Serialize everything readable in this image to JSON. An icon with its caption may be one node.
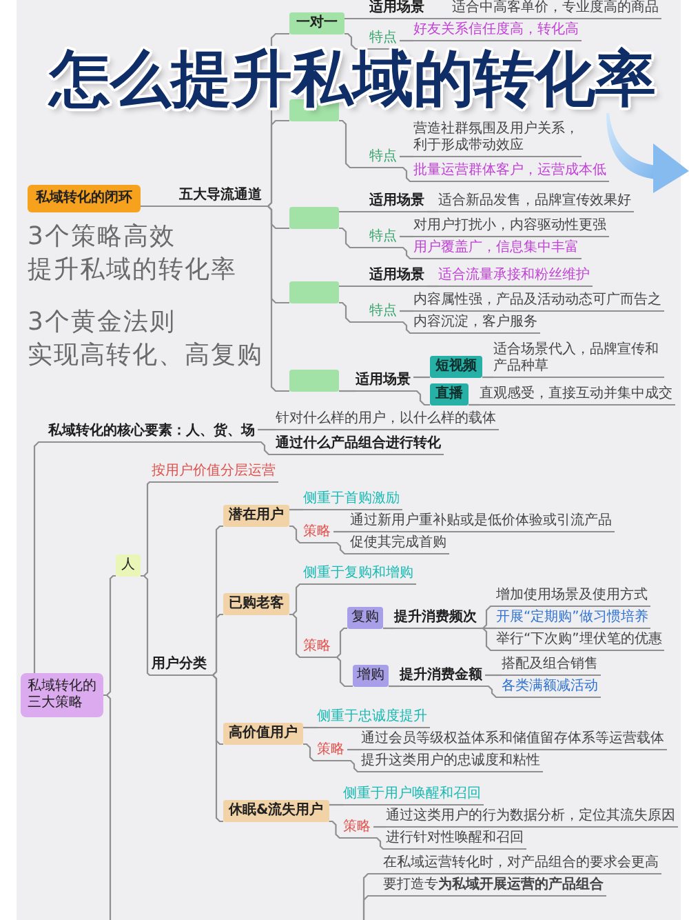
{
  "diagram": {
    "title": "怎么提升私域的转化率",
    "nodes": [
      {
        "text": [
          "私域转化的闭环"
        ]
      },
      {
        "text": [
          "五大导流通道"
        ]
      },
      {
        "text": [
          "一对一"
        ]
      },
      {
        "text": [
          "适用场景"
        ]
      },
      {
        "text": [
          "适合中高客单价，专业度高的商品"
        ]
      },
      {
        "text": [
          "特点"
        ]
      },
      {
        "text": [
          "好友关系信任度高，转化高"
        ]
      },
      {
        "text": [],
        "shape": "box"
      },
      {
        "text": [
          "特点"
        ]
      },
      {
        "text": [
          "营造社群氛围及用户关系，利于形成带动效应"
        ]
      },
      {
        "text": [
          "批量运营群体客户，运营成本低"
        ]
      },
      {
        "text": [],
        "shape": "box"
      },
      {
        "text": [
          "适用场景"
        ]
      },
      {
        "text": [
          "适合新品发售，品牌宣传效果好"
        ]
      },
      {
        "text": [
          "特点"
        ]
      },
      {
        "text": [
          "对用户打扰小，内容驱动性更强"
        ]
      },
      {
        "text": [
          "用户覆盖广，信息集中丰富"
        ]
      },
      {
        "text": [],
        "shape": "box"
      },
      {
        "text": [
          "适用场景"
        ]
      },
      {
        "text": [
          "适合流量承接和粉丝维护"
        ]
      },
      {
        "text": [
          "特点"
        ]
      },
      {
        "text": [
          "内容属性强，产品及活动动态可广而告之"
        ]
      },
      {
        "text": [
          "内容沉淀，客户服务"
        ]
      },
      {
        "text": [],
        "shape": "box"
      },
      {
        "text": [
          "适用场景"
        ]
      },
      {
        "text": [
          "短视频"
        ]
      },
      {
        "text": [
          "适合场景代入，品牌宣传和产品种草"
        ]
      },
      {
        "text": [
          "直播"
        ]
      },
      {
        "text": [
          "直观感受，直接互动并集中成交"
        ]
      },
      {
        "text": [
          "私域转化的核心要素：人、货、场"
        ]
      },
      {
        "text": [
          "针对什么样的用户，以什么样的载体"
        ]
      },
      {
        "text": [
          "通过什么产品组合进行转化"
        ]
      },
      {
        "text": [
          "人"
        ]
      },
      {
        "text": [
          "按用户价值分层运营"
        ]
      },
      {
        "text": [
          "潜在用户"
        ]
      },
      {
        "text": [
          "侧重于首购激励"
        ]
      },
      {
        "text": [
          "策略"
        ]
      },
      {
        "text": [
          "通过新用户重补贴或是低价体验或引流产品"
        ]
      },
      {
        "text": [
          "促使其完成首购"
        ]
      },
      {
        "text": [
          "已购老客"
        ]
      },
      {
        "text": [
          "侧重于复购和增购"
        ]
      },
      {
        "text": [
          "策略"
        ]
      },
      {
        "text": [
          "复购"
        ]
      },
      {
        "text": [
          "提升消费频次"
        ]
      },
      {
        "text": [
          "增加使用场景及使用方式"
        ]
      },
      {
        "text": [
          "开展“定期购”做习惯培养"
        ]
      },
      {
        "text": [
          "举行“下次购”埋伏笔的优惠"
        ]
      },
      {
        "text": [
          "增购"
        ]
      },
      {
        "text": [
          "提升消费金额"
        ]
      },
      {
        "text": [
          "搭配及组合销售"
        ]
      },
      {
        "text": [
          "各类满额减活动"
        ]
      },
      {
        "text": [
          "用户分类"
        ]
      },
      {
        "text": [
          "私域转化的三大策略"
        ]
      },
      {
        "text": [
          "高价值用户"
        ]
      },
      {
        "text": [
          "侧重于忠诚度提升"
        ]
      },
      {
        "text": [
          "策略"
        ]
      },
      {
        "text": [
          "通过会员等级权益体系和储值留存体系等运营载体"
        ]
      },
      {
        "text": [
          "提升这类用户的忠诚度和粘性"
        ]
      },
      {
        "text": [
          "休眠&流失用户"
        ]
      },
      {
        "text": [
          "侧重于用户唤醒和召回"
        ]
      },
      {
        "text": [
          "策略"
        ]
      },
      {
        "text": [
          "通过这类用户的行为数据分析，定位其流失原因"
        ]
      },
      {
        "text": [
          "进行针对性唤醒和召回"
        ]
      },
      {
        "text": [
          "在私域运营转化时，对产品组合的要求会更高"
        ]
      },
      {
        "text": [
          "要打造专**为私域开展运营的产品组合**"
        ]
      }
    ],
    "edges": [
      {
        "from": 0,
        "to": 1,
        "arrow": "none"
      },
      {
        "from": 1,
        "to": 2,
        "arrow": "none"
      },
      {
        "from": 1,
        "to": 7,
        "arrow": "none"
      },
      {
        "from": 1,
        "to": 11,
        "arrow": "none"
      },
      {
        "from": 1,
        "to": 17,
        "arrow": "none"
      },
      {
        "from": 1,
        "to": 23,
        "arrow": "none"
      },
      {
        "from": 2,
        "to": 3,
        "arrow": "none"
      },
      {
        "from": 3,
        "to": 4,
        "arrow": "none"
      },
      {
        "from": 2,
        "to": 5,
        "arrow": "none"
      },
      {
        "from": 5,
        "to": 6,
        "arrow": "none"
      },
      {
        "from": 7,
        "to": 8,
        "arrow": "none"
      },
      {
        "from": 8,
        "to": 9,
        "arrow": "none"
      },
      {
        "from": 8,
        "to": 10,
        "arrow": "none"
      },
      {
        "from": 11,
        "to": 12,
        "arrow": "none"
      },
      {
        "from": 12,
        "to": 13,
        "arrow": "none"
      },
      {
        "from": 11,
        "to": 14,
        "arrow": "none"
      },
      {
        "from": 14,
        "to": 15,
        "arrow": "none"
      },
      {
        "from": 14,
        "to": 16,
        "arrow": "none"
      },
      {
        "from": 17,
        "to": 18,
        "arrow": "none"
      },
      {
        "from": 18,
        "to": 19,
        "arrow": "none"
      },
      {
        "from": 17,
        "to": 20,
        "arrow": "none"
      },
      {
        "from": 20,
        "to": 21,
        "arrow": "none"
      },
      {
        "from": 20,
        "to": 22,
        "arrow": "none"
      },
      {
        "from": 23,
        "to": 24,
        "arrow": "none"
      },
      {
        "from": 24,
        "to": 25,
        "arrow": "none"
      },
      {
        "from": 25,
        "to": 26,
        "arrow": "none"
      },
      {
        "from": 24,
        "to": 27,
        "arrow": "none"
      },
      {
        "from": 27,
        "to": 28,
        "arrow": "none"
      },
      {
        "from": 52,
        "to": 29,
        "arrow": "none"
      },
      {
        "from": 29,
        "to": 30,
        "arrow": "none"
      },
      {
        "from": 29,
        "to": 31,
        "arrow": "none"
      },
      {
        "from": 52,
        "to": 32,
        "arrow": "none"
      },
      {
        "from": 52,
        "to": null,
        "arrow": "none"
      },
      {
        "from": 32,
        "to": 33,
        "arrow": "none"
      },
      {
        "from": 32,
        "to": 51,
        "arrow": "none"
      },
      {
        "from": 51,
        "to": 34,
        "arrow": "none"
      },
      {
        "from": 34,
        "to": 35,
        "arrow": "none"
      },
      {
        "from": 34,
        "to": 36,
        "arrow": "none"
      },
      {
        "from": 36,
        "to": 37,
        "arrow": "none"
      },
      {
        "from": 36,
        "to": 38,
        "arrow": "none"
      },
      {
        "from": 51,
        "to": 39,
        "arrow": "none"
      },
      {
        "from": 39,
        "to": 40,
        "arrow": "none"
      },
      {
        "from": 39,
        "to": 41,
        "arrow": "none"
      },
      {
        "from": 41,
        "to": 42,
        "arrow": "none"
      },
      {
        "from": 42,
        "to": 43,
        "arrow": "none"
      },
      {
        "from": 43,
        "to": 44,
        "arrow": "none"
      },
      {
        "from": 43,
        "to": 45,
        "arrow": "none"
      },
      {
        "from": 43,
        "to": 46,
        "arrow": "none"
      },
      {
        "from": 41,
        "to": 47,
        "arrow": "none"
      },
      {
        "from": 47,
        "to": 48,
        "arrow": "none"
      },
      {
        "from": 48,
        "to": 49,
        "arrow": "none"
      },
      {
        "from": 48,
        "to": 50,
        "arrow": "none"
      },
      {
        "from": 51,
        "to": 53,
        "arrow": "none"
      },
      {
        "from": 53,
        "to": 54,
        "arrow": "none"
      },
      {
        "from": 53,
        "to": 55,
        "arrow": "none"
      },
      {
        "from": 55,
        "to": 56,
        "arrow": "none"
      },
      {
        "from": 55,
        "to": 57,
        "arrow": "none"
      },
      {
        "from": 51,
        "to": 58,
        "arrow": "none"
      },
      {
        "from": 58,
        "to": 59,
        "arrow": "none"
      },
      {
        "from": 58,
        "to": 60,
        "arrow": "none"
      },
      {
        "from": 60,
        "to": 61,
        "arrow": "none"
      },
      {
        "from": 60,
        "to": 62,
        "arrow": "none"
      },
      {
        "from": null,
        "to": 63,
        "arrow": "none"
      },
      {
        "from": null,
        "to": 64,
        "arrow": "none"
      }
    ],
    "labels": [
      "3个策略高效",
      "提升私域的转化率",
      "3个黄金法则",
      "实现高转化、高复购"
    ]
  }
}
